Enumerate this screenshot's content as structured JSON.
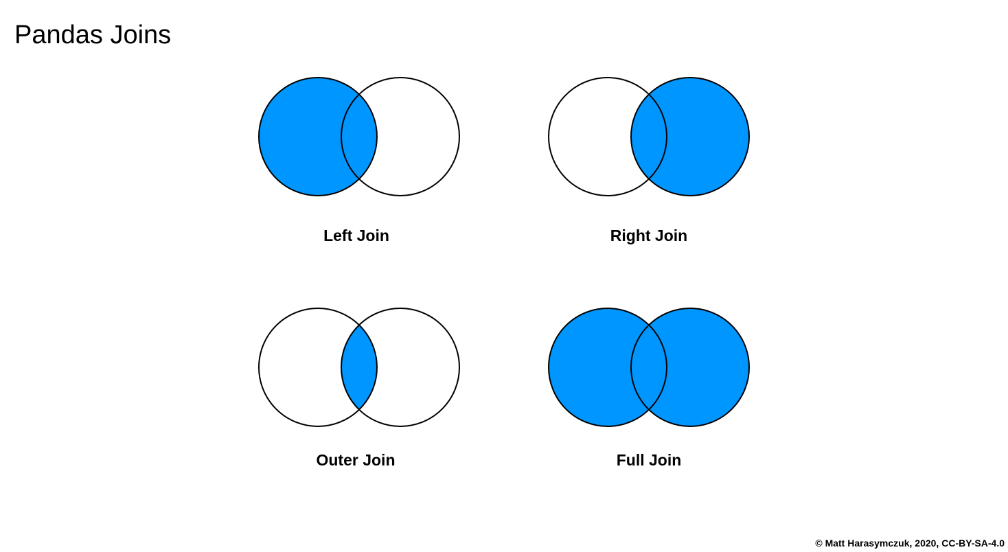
{
  "title": "Pandas Joins",
  "colors": {
    "fill": "#0096FF",
    "stroke": "#000000",
    "background": "#FFFFFF"
  },
  "diagrams": [
    {
      "label": "Left Join",
      "shaded": "left circle (incl. overlap)"
    },
    {
      "label": "Right Join",
      "shaded": "right circle (incl. overlap)"
    },
    {
      "label": "Outer Join",
      "shaded": "intersection only"
    },
    {
      "label": "Full Join",
      "shaded": "both circles"
    }
  ],
  "credit": "© Matt Harasymczuk, 2020, CC-BY-SA-4.0"
}
